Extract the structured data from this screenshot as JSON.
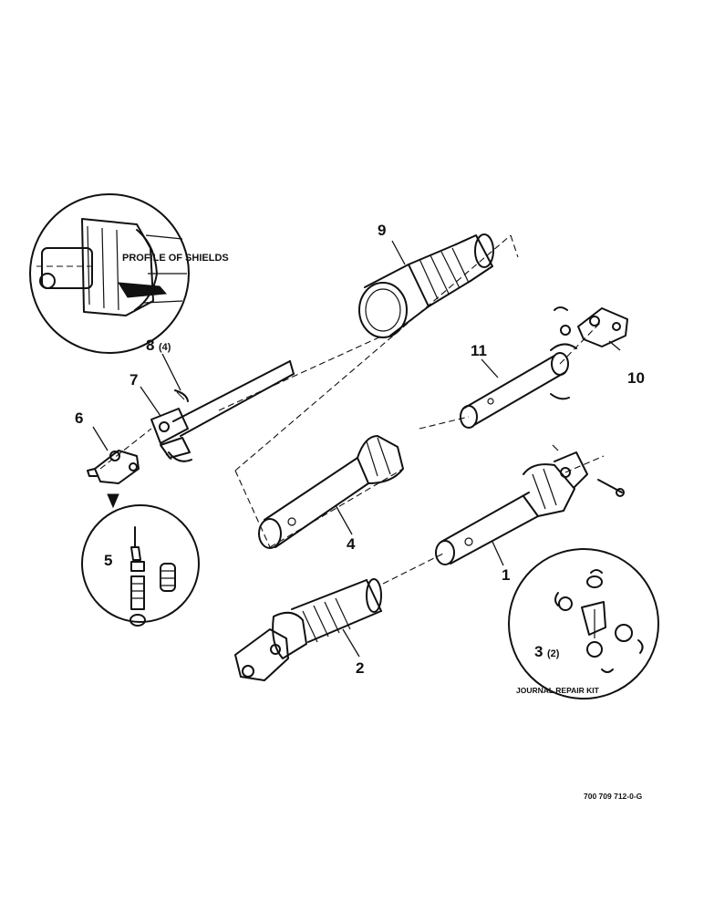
{
  "labels": {
    "profile_of_shields": "PROFILE OF SHIELDS",
    "journal_repair_kit": "JOURNAL REPAIR KIT",
    "drawing_number": "700 709 712-0-G"
  },
  "callouts": [
    {
      "id": "1",
      "qty": ""
    },
    {
      "id": "2",
      "qty": ""
    },
    {
      "id": "3",
      "qty": "(2)"
    },
    {
      "id": "4",
      "qty": ""
    },
    {
      "id": "5",
      "qty": ""
    },
    {
      "id": "6",
      "qty": ""
    },
    {
      "id": "7",
      "qty": ""
    },
    {
      "id": "8",
      "qty": "(4)"
    },
    {
      "id": "9",
      "qty": ""
    },
    {
      "id": "10",
      "qty": ""
    },
    {
      "id": "11",
      "qty": ""
    }
  ]
}
